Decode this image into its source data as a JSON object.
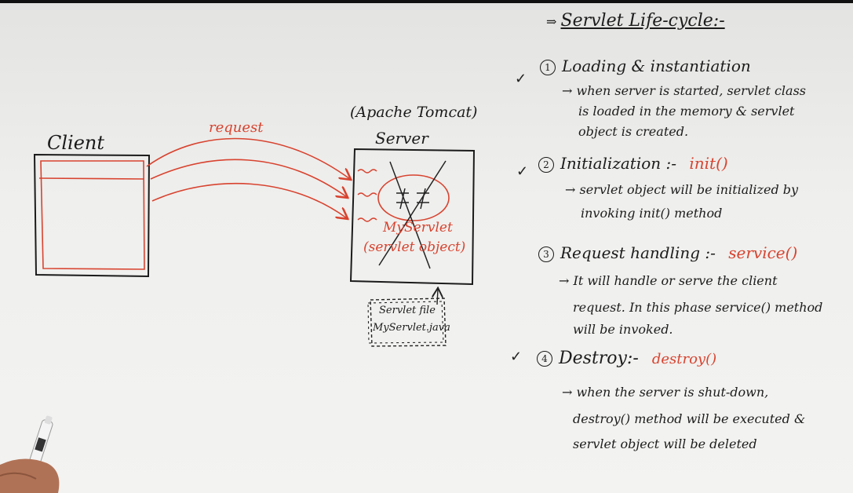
{
  "diagram": {
    "client_label": "Client",
    "request_label": "request",
    "server_caption": "(Apache Tomcat)",
    "server_label": "Server",
    "servlet_name": "MyServlet",
    "servlet_object": "(servlet object)",
    "servlet_file_line1": "Servlet file",
    "servlet_file_line2": "MyServlet.java"
  },
  "notes": {
    "title": "Servlet Life-cycle:-",
    "steps": [
      {
        "number": "1",
        "heading": "Loading & instantiation",
        "method": "",
        "checked": true,
        "lines": [
          "when server is started, servlet class",
          "is loaded in the memory & servlet",
          "object is created."
        ]
      },
      {
        "number": "2",
        "heading": "Initialization :-",
        "method": "init()",
        "checked": true,
        "lines": [
          "servlet object will be initialized by",
          "invoking init() method"
        ]
      },
      {
        "number": "3",
        "heading": "Request handling :-",
        "method": "service()",
        "checked": false,
        "lines": [
          "It will handle or serve the client",
          "request. In this phase service() method",
          "will be invoked."
        ]
      },
      {
        "number": "4",
        "heading": "Destroy:-",
        "method": "destroy()",
        "checked": true,
        "lines": [
          "when the server is shut-down,",
          "destroy() method will be executed &",
          "servlet object will be deleted"
        ]
      }
    ]
  },
  "colors": {
    "ink": "#1b1b1b",
    "red_ink": "#d8432f",
    "board": "#efefed"
  }
}
